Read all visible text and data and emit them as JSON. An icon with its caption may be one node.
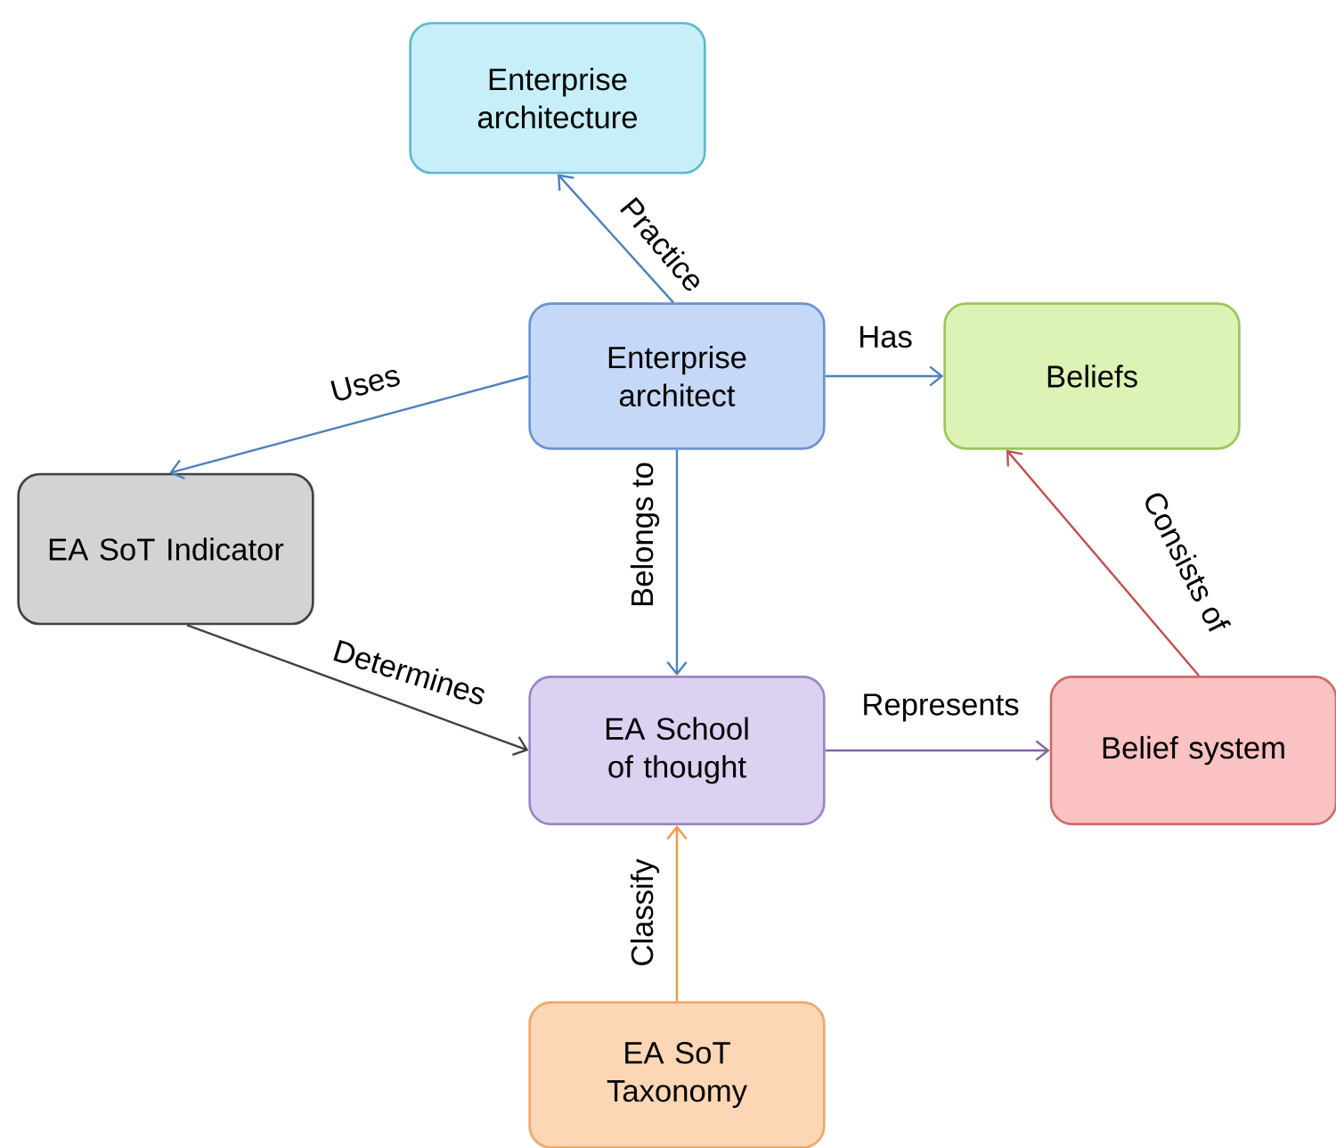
{
  "diagram": {
    "nodes": [
      {
        "text": [
          "Enterprise architecture"
        ]
      },
      {
        "text": [
          "Enterprise architect"
        ]
      },
      {
        "text": [
          "Beliefs"
        ]
      },
      {
        "text": [
          "EA SoT Indicator"
        ]
      },
      {
        "text": [
          "EA School of thought"
        ]
      },
      {
        "text": [
          "Belief system"
        ]
      },
      {
        "text": [
          "EA SoT Taxonomy"
        ]
      }
    ],
    "edges": [
      {
        "from": 1,
        "to": 0,
        "arrow": "to",
        "label": "Practice"
      },
      {
        "from": 1,
        "to": 2,
        "arrow": "to",
        "label": "Has"
      },
      {
        "from": 1,
        "to": 3,
        "arrow": "to",
        "label": "Uses"
      },
      {
        "from": 1,
        "to": 4,
        "arrow": "to",
        "label": "Belongs to"
      },
      {
        "from": 3,
        "to": 4,
        "arrow": "to",
        "label": "Determines",
        "color": "#404040"
      },
      {
        "from": 4,
        "to": 5,
        "arrow": "to",
        "label": "Represents",
        "color": "#8064a2"
      },
      {
        "from": 5,
        "to": 2,
        "arrow": "to",
        "label": "Consists of",
        "color": "#c0504d"
      },
      {
        "from": 6,
        "to": 4,
        "arrow": "to",
        "label": "Classify",
        "color": "#f79646"
      }
    ]
  }
}
